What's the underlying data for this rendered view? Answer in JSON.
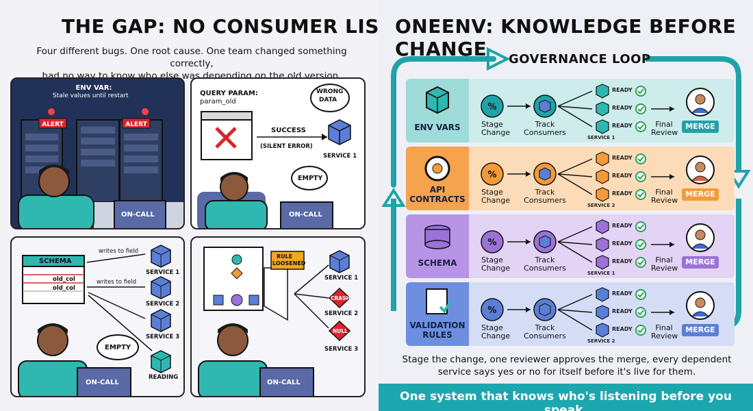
{
  "left": {
    "title": "THE GAP: NO CONSUMER LIST",
    "subtitle_line1": "Four different bugs. One root cause. One team changed something correctly,",
    "subtitle_line2": "had no way to know who else was depending on the old version.",
    "p1": {
      "env_var": "ENV VAR:",
      "env_desc": "Stale values until restart",
      "alert": "ALERT",
      "oncall": "ON-CALL"
    },
    "p2": {
      "query": "QUERY PARAM:",
      "param": "param_old",
      "wrong1": "WRONG",
      "wrong2": "DATA",
      "success": "SUCCESS",
      "silent": "(SILENT ERROR)",
      "service": "SERVICE 1",
      "empty": "EMPTY",
      "oncall": "ON-CALL"
    },
    "p3": {
      "schema": "SCHEMA",
      "col1": "old_col",
      "col2": "old_col",
      "writes1": "writes to field",
      "writes2": "writes to field",
      "s1": "SERVICE 1",
      "s2": "SERVICE 2",
      "s3": "SERVICE 3",
      "reading": "READING",
      "empty": "EMPTY",
      "oncall": "ON-CALL"
    },
    "p4": {
      "rule1": "RULE",
      "rule2": "LOOSENED",
      "s1": "SERVICE 1",
      "crash": "CRASH",
      "s2": "SERVICE 2",
      "null": "NULL",
      "s3": "SERVICE 3",
      "oncall": "ON-CALL"
    }
  },
  "right": {
    "title": "ONEENV: KNOWLEDGE BEFORE CHANGE",
    "loop": "GOVERNANCE LOOP",
    "stage1": "Stage",
    "stage2": "Change",
    "track1": "Track",
    "track2": "Consumers",
    "final1": "Final",
    "final2": "Review",
    "ready": "READY",
    "merge": "MERGE",
    "rows": [
      {
        "name1": "ENV VARS",
        "name2": "",
        "svc": "SERVICE 1"
      },
      {
        "name1": "API",
        "name2": "CONTRACTS",
        "svc": "SERVICE 2"
      },
      {
        "name1": "SCHEMA",
        "name2": "",
        "svc": "SERVICE 1"
      },
      {
        "name1": "VALIDATION",
        "name2": "RULES",
        "svc": "SERVICE 2"
      }
    ],
    "foot1": "Stage the change, one reviewer approves the merge, every dependent",
    "foot2": "service says yes or no for itself before it's live for them.",
    "banner": "One system that knows who's listening before you speak."
  },
  "colors": {
    "teal": "#1fa3a8",
    "orange": "#f39a3a",
    "purple": "#9b72d6",
    "blue": "#5b7fd6",
    "alert": "#d8262b"
  }
}
